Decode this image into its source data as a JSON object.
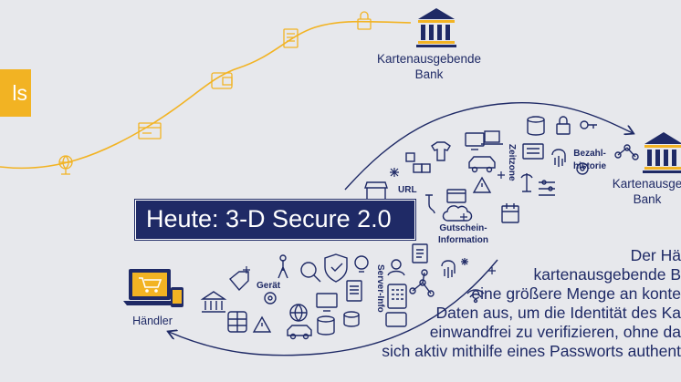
{
  "colors": {
    "navy": "#1f2a66",
    "gold": "#f2b323",
    "background": "#e7e8ec"
  },
  "gold_tab_text": "ls",
  "bank_top_label": "Kartenausgebende\nBank",
  "bank_right_label": "Kartenausge\nBank",
  "merchant_label": "Händler",
  "banner_text": "Heute: 3-D Secure 2.0",
  "data_labels": {
    "url": "URL",
    "zeitzone": "Zeitzone",
    "bezahlhistorie": "Bezahl-\nhistorie",
    "gutschein": "Gutschein-\nInformation",
    "geraet": "Gerät",
    "server_info": "Server-Info"
  },
  "description_lines": [
    "Der Hä",
    "kartenausgebende B",
    "eine größere Menge an konte",
    "Daten aus, um die Identität des Ka",
    "einwandfrei zu verifizieren, ohne da",
    "sich aktiv mithilfe eines Passworts authent"
  ],
  "icons": [
    "bank-icon",
    "lock-icon",
    "document-icon",
    "wallet-icon",
    "card-icon",
    "globe-icon",
    "laptop-cart-icon",
    "database-icon",
    "fingerprint-icon",
    "shield-icon",
    "atm-icon",
    "cloud-icon",
    "car-icon",
    "store-icon",
    "tower-icon",
    "calendar-icon",
    "t-shirt-icon",
    "warning-icon",
    "search-icon",
    "chip-icon",
    "gift-icon",
    "price-tag-icon",
    "tablet-icon",
    "keypad-icon",
    "network-icon",
    "lightbulb-icon",
    "wifi-icon"
  ]
}
